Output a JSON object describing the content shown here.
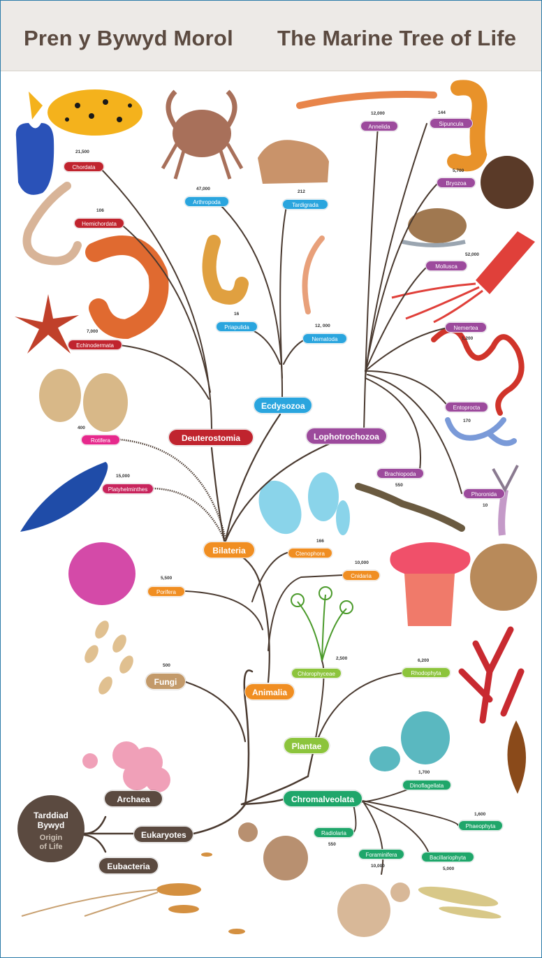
{
  "header": {
    "title_welsh": "Pren y Bywyd Morol",
    "title_english": "The Marine Tree of Life"
  },
  "origin": {
    "welsh": "Tarddiad\nBywyd",
    "english": "Origin\nof Life"
  },
  "colors": {
    "branch": "#4a3a30",
    "deuterostomia": "#c0242e",
    "ecdysozoa": "#2aa5de",
    "lophotrochozoa": "#9c4a9c",
    "animalia": "#f08e22",
    "plantae": "#8cc43c",
    "chromalveolata": "#1fa66a",
    "root": "#5b4a40",
    "fungi": "#c39a6a",
    "rotifer": "#e6298c"
  },
  "major_groups": {
    "deuterostomia": "Deuterostomia",
    "ecdysozoa": "Ecdysozoa",
    "lophotrochozoa": "Lophotrochozoa",
    "bilateria": "Bilateria",
    "animalia": "Animalia",
    "fungi": "Fungi",
    "plantae": "Plantae",
    "chromalveolata": "Chromalveolata",
    "archaea": "Archaea",
    "eukaryotes": "Eukaryotes",
    "eubacteria": "Eubacteria"
  },
  "taxa": {
    "chordata": {
      "label": "Chordata",
      "count": "21,500"
    },
    "hemichordata": {
      "label": "Hemichordata",
      "count": "106"
    },
    "echinodermata": {
      "label": "Echinodermata",
      "count": "7,000"
    },
    "arthropoda": {
      "label": "Arthropoda",
      "count": "47,000"
    },
    "tardigrada": {
      "label": "Tardigrada",
      "count": "212"
    },
    "priapulida": {
      "label": "Priapulida",
      "count": "16"
    },
    "nematoda": {
      "label": "Nematoda",
      "count": "12, 000"
    },
    "annelida": {
      "label": "Annelida",
      "count": "12,000"
    },
    "sipuncula": {
      "label": "Sipuncula",
      "count": "144"
    },
    "bryozoa": {
      "label": "Bryozoa",
      "count": "5,700"
    },
    "mollusca": {
      "label": "Mollusca",
      "count": "52,000"
    },
    "nemertea": {
      "label": "Nemertea",
      "count": "1,200"
    },
    "entoprocta": {
      "label": "Entoprocta",
      "count": "170"
    },
    "brachiopoda": {
      "label": "Brachiopoda",
      "count": "550"
    },
    "phoronida": {
      "label": "Phoronida",
      "count": "10"
    },
    "rotifera": {
      "label": "Rotifera",
      "count": "400"
    },
    "platyhelminthes": {
      "label": "Platyhelminthes",
      "count": "15,000"
    },
    "ctenophora": {
      "label": "Ctenophora",
      "count": "166"
    },
    "cnidaria": {
      "label": "Cnidaria",
      "count": "10,000"
    },
    "porifera": {
      "label": "Porifera",
      "count": "5,500"
    },
    "fungi": {
      "count": "500"
    },
    "chlorophyceae": {
      "label": "Chlorophyceae",
      "count": "2,500"
    },
    "rhodophyta": {
      "label": "Rhodophyta",
      "count": "6,200"
    },
    "dinoflagellata": {
      "label": "Dinoflagellata",
      "count": "1,700"
    },
    "phaeophyta": {
      "label": "Phaeophyta",
      "count": "1,600"
    },
    "radiolaria": {
      "label": "Radiolaria",
      "count": "550"
    },
    "foraminifera": {
      "label": "Foraminifera",
      "count": "10,000"
    },
    "bacillariophyta": {
      "label": "Bacillariophyta",
      "count": "5,000"
    }
  }
}
